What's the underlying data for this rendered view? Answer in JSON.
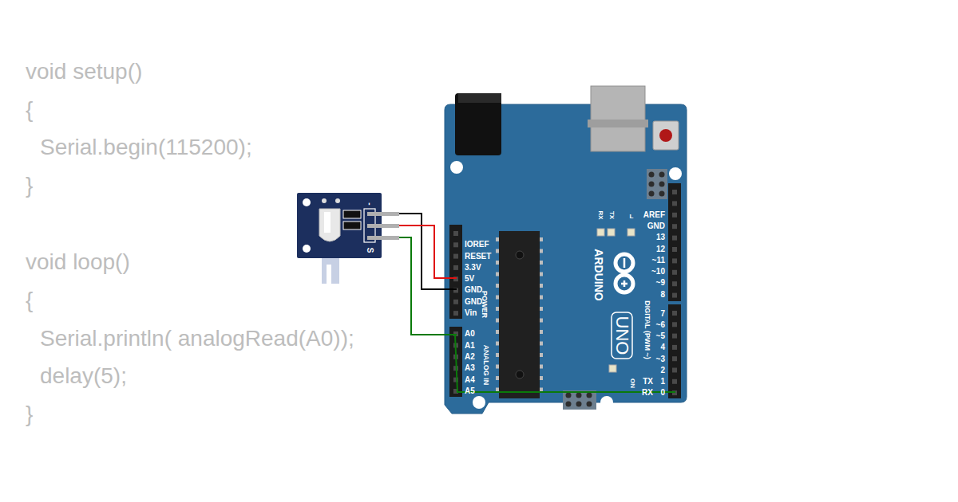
{
  "diagram": {
    "labels": [
      "void setup()",
      "{",
      "Serial.begin(115200);",
      "}",
      "void loop()",
      "{",
      "Serial.println( analogRead(A0));",
      "delay(5);",
      "}",
      "-",
      "S",
      "IOREF",
      "RESET",
      "3.3V",
      "5V",
      "GND",
      "GND",
      "Vin",
      "POWER",
      "A0",
      "A1",
      "A2",
      "A3",
      "A4",
      "A5",
      "ANALOG IN",
      "AREF",
      "GND",
      "13",
      "12",
      "~11",
      "~10",
      "~9",
      "8",
      "7",
      "~6",
      "~5",
      "4",
      "~3",
      "2",
      "TX",
      "1",
      "RX",
      "0",
      "DIGITAL (PWM ~)",
      "ARDUINO",
      "UNO",
      "TX",
      "RX",
      "L",
      "ON"
    ]
  }
}
